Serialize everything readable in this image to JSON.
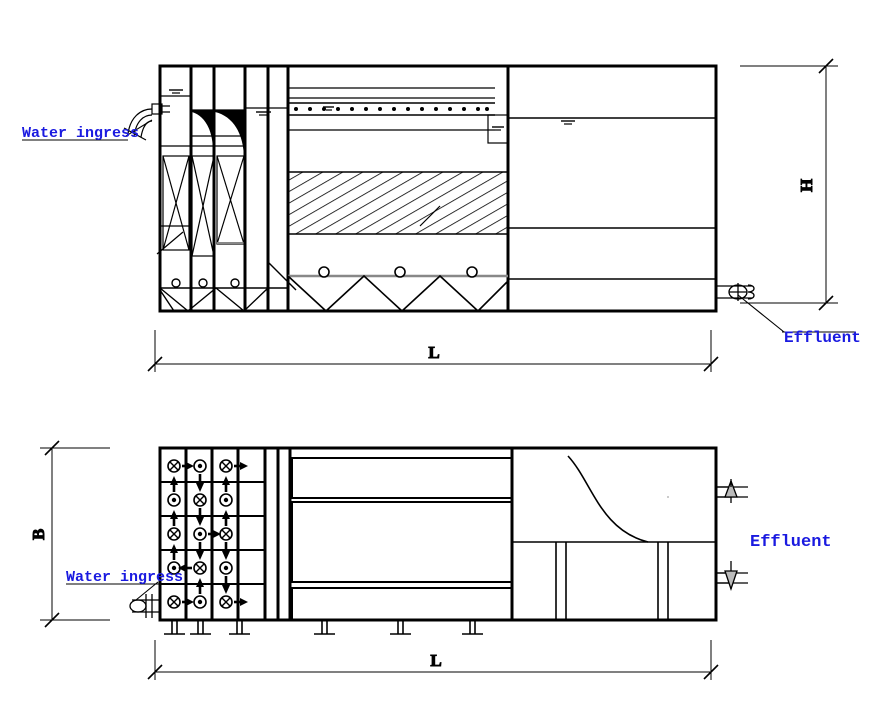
{
  "drawing": {
    "title": "Water treatment unit general arrangement",
    "line_color": "#000000",
    "annotation_color": "#1a1ae0",
    "background": "#ffffff"
  },
  "views": {
    "elevation": {
      "name": "elevation-view",
      "chambers": [
        {
          "name": "inlet-chamber"
        },
        {
          "name": "media-chamber-1"
        },
        {
          "name": "media-chamber-2"
        },
        {
          "name": "media-chamber-3"
        },
        {
          "name": "settling-chamber"
        },
        {
          "name": "filter-chamber"
        },
        {
          "name": "clearwell-chamber"
        }
      ],
      "features": {
        "inlet_pipe": "water-inlet-pipe",
        "outlet_pipe": "effluent-outlet-pipe",
        "distribution_header": "distribution-header-nozzles",
        "nozzle_count": 15,
        "filter_media": "hatched-filter-media",
        "hopper": "v-shaped-sludge-hopper",
        "water_level_symbols": 4
      }
    },
    "plan": {
      "name": "plan-view",
      "flow_grid": {
        "rows": 5,
        "cols": 3,
        "symbols": [
          [
            "flow-in",
            "flow-out",
            "flow-in"
          ],
          [
            "flow-out",
            "flow-in",
            "flow-out"
          ],
          [
            "flow-in",
            "flow-out",
            "flow-in"
          ],
          [
            "flow-out",
            "flow-in",
            "flow-out"
          ],
          [
            "flow-in",
            "flow-out",
            "flow-in"
          ]
        ]
      },
      "features": {
        "inlet_pipe": "water-inlet-pipe",
        "effluent_pipes": 2,
        "support_legs": 6,
        "curve": "baffle-transition-curve"
      }
    }
  },
  "labels": {
    "water_ingress_elevation": "Water ingress",
    "water_ingress_plan": "Water ingress",
    "effluent_elevation": "Effluent",
    "effluent_plan": "Effluent"
  },
  "dimensions": {
    "height": "H",
    "length_elevation": "L",
    "length_plan": "L",
    "breadth": "B"
  }
}
